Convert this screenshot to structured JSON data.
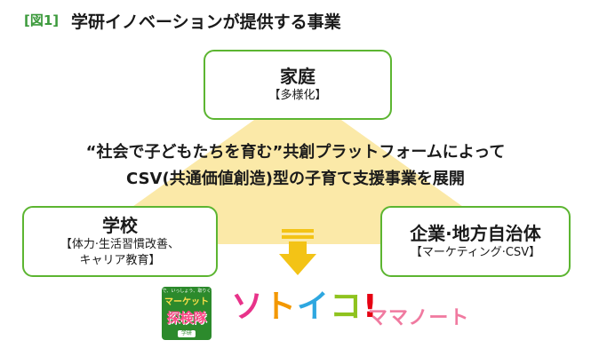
{
  "figure": {
    "label": "[図1]",
    "title": "学研イノベーションが提供する事業"
  },
  "home": {
    "title": "家庭",
    "sub": "【多様化】"
  },
  "school": {
    "title": "学校",
    "sub1": "【体力·生活習慣改善、",
    "sub2": "キャリア教育】"
  },
  "business": {
    "title": "企業·地方自治体",
    "sub": "【マーケティング·CSV】"
  },
  "center": {
    "line1": "“社会で子どもたちを育む”共創プラットフォームによって",
    "line2": "CSV(共通価値創造)型の子育て支援事業を展開"
  },
  "logos": {
    "tanken": {
      "tagline": "みんなで、いっしょう、取りくむよ。",
      "line1": "マーケット",
      "line2": "探検隊",
      "publisher": "学研"
    },
    "sotoiko": {
      "chars": [
        "ソ",
        "ト",
        "イ",
        "コ",
        "!"
      ]
    },
    "mama": "ママノート"
  },
  "colors": {
    "accent_green": "#5cb531",
    "triangle": "#fbe9a8",
    "arrow": "#f3c316",
    "sotoiko": [
      "#e8338a",
      "#f39800",
      "#2ea7e0",
      "#8fc31f",
      "#e60012"
    ]
  }
}
